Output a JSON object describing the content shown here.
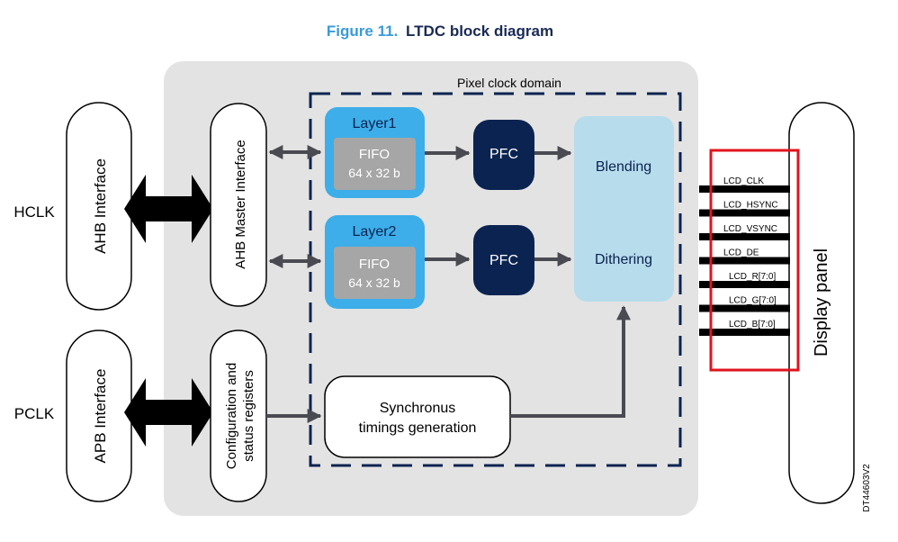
{
  "figure": {
    "number": "Figure 11.",
    "title": "LTDC block diagram"
  },
  "clocks": {
    "hclk": "HCLK",
    "pclk": "PCLK"
  },
  "interfaces": {
    "ahb": "AHB Interface",
    "apb": "APB Interface",
    "ahb_master": "AHB Master Interface",
    "config_line1": "Configuration and",
    "config_line2": "status registers"
  },
  "pixel_clock_domain": "Pixel clock domain",
  "layers": [
    {
      "name": "Layer1",
      "fifo": "FIFO",
      "fifo_size": "64 x 32 b",
      "pfc": "PFC"
    },
    {
      "name": "Layer2",
      "fifo": "FIFO",
      "fifo_size": "64 x 32 b",
      "pfc": "PFC"
    }
  ],
  "blend": {
    "blending": "Blending",
    "dithering": "Dithering"
  },
  "sync": {
    "line1": "Synchronus",
    "line2": "timings generation"
  },
  "signals": [
    "LCD_CLK",
    "LCD_HSYNC",
    "LCD_VSYNC",
    "LCD_DE",
    "LCD_R[7:0]",
    "LCD_G[7:0]",
    "LCD_B[7:0]"
  ],
  "display_panel": "Display panel",
  "doc_id": "DT44603V2",
  "colors": {
    "title_blue": "#3a9ad9",
    "title_dark": "#1a2a55",
    "layer_blue": "#3daee9",
    "fifo_gray": "#a6a6a6",
    "pfc_navy": "#0b2350",
    "blend_light": "#b7dcec",
    "domain_gray": "#e3e3e3",
    "highlight_red": "#e0141e"
  }
}
